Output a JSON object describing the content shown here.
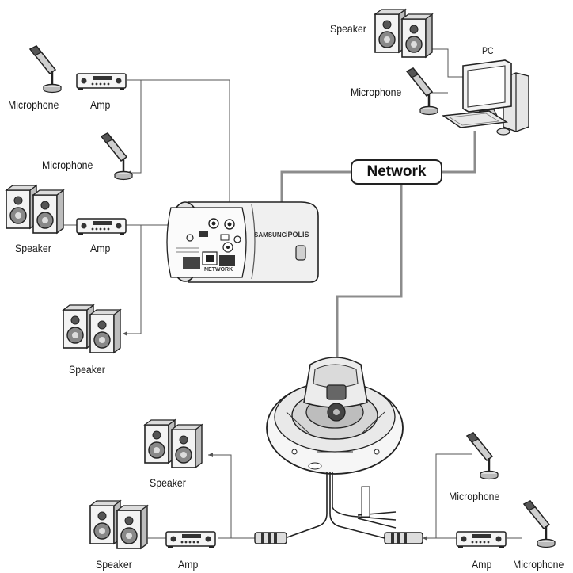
{
  "network": {
    "label": "Network"
  },
  "camera": {
    "brand": "SAMSUNG",
    "product": "iPOLIS",
    "port_label": "NETWORK"
  },
  "labels": {
    "mic_top_left": "Microphone",
    "amp_top_left": "Amp",
    "mic_mid_left": "Microphone",
    "speaker_mid_left": "Speaker",
    "amp_mid_left": "Amp",
    "speaker_lower_left": "Speaker",
    "speaker_top_right": "Speaker",
    "pc": "PC",
    "mic_pc": "Microphone",
    "speaker_bottom_a": "Speaker",
    "speaker_bottom_b": "Speaker",
    "amp_bottom_left": "Amp",
    "mic_bottom_right": "Microphone",
    "amp_bottom_right": "Amp",
    "mic_bottom_far_right": "Microphone"
  },
  "colors": {
    "network_cable": "#8c8c8c",
    "audio_line": "#555555",
    "text": "#1a1a1a"
  }
}
